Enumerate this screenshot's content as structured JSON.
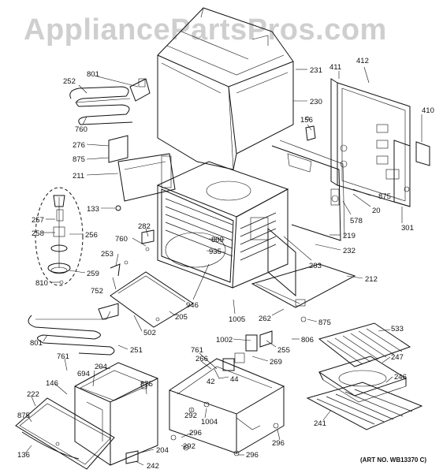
{
  "watermark": "AppliancePartsPros.com",
  "art_number": "(ART NO. WB13370 C)",
  "labels": {
    "l231": "231",
    "l230": "230",
    "l411": "411",
    "l412": "412",
    "l410": "410",
    "l252": "252",
    "l801a": "801",
    "l760a": "760",
    "l276": "276",
    "l875a": "875",
    "l211": "211",
    "l156": "156",
    "l133": "133",
    "l875b": "875",
    "l20": "20",
    "l578": "578",
    "l301": "301",
    "l257": "257",
    "l258": "258",
    "l256": "256",
    "l282": "282",
    "l760b": "760",
    "l809": "809",
    "l935": "935",
    "l219": "219",
    "l253": "253",
    "l283": "283",
    "l232": "232",
    "l259": "259",
    "l810": "810",
    "l752": "752",
    "l946": "946",
    "l212": "212",
    "l502": "502",
    "l205": "205",
    "l1005": "1005",
    "l262": "262",
    "l875c": "875",
    "l801b": "801",
    "l251": "251",
    "l1002": "1002",
    "l761a": "761",
    "l255": "255",
    "l806": "806",
    "l533": "533",
    "l761b": "761",
    "l269": "269",
    "l247": "247",
    "l694": "694",
    "l204a": "204",
    "l266": "266",
    "l42": "42",
    "l44": "44",
    "l246": "246",
    "l146": "146",
    "l875d": "875",
    "l222": "222",
    "l292a": "292",
    "l1004": "1004",
    "l875e": "875",
    "l296a": "296",
    "l241": "241",
    "l292b": "292",
    "l296b": "296",
    "l136": "136",
    "l204b": "204",
    "l296c": "296",
    "l242": "242"
  }
}
